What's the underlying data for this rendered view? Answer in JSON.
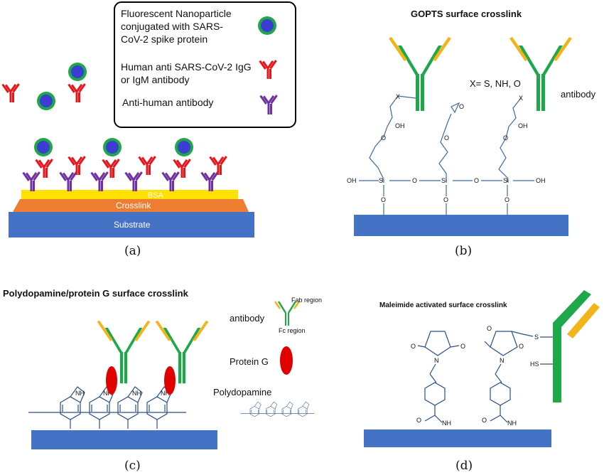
{
  "colors": {
    "substrate": "#4472c4",
    "crosslink": "#ed7d31",
    "bsa": "#ffe000",
    "fab_green": "#1fa84a",
    "fab_yellow": "#f2b418",
    "human_ab_red": "#e8151b",
    "anti_human_purple": "#7030a0",
    "np_core": "#3b3fd1",
    "np_ring": "#1fa84a",
    "protein_g": "#e00000"
  },
  "panel_a": {
    "legend": {
      "nanoparticle_line1": "Fluorescent Nanoparticle",
      "nanoparticle_line2": "conjugated with SARS-",
      "nanoparticle_line3": "CoV-2 spike protein",
      "human_ab_line1": "Human anti SARS-CoV-2 IgG",
      "human_ab_line2": "or IgM antibody",
      "anti_human": "Anti-human antibody"
    },
    "bsa_label": "BSA",
    "crosslink_label": "Crosslink",
    "substrate_label": "Substrate",
    "caption": "(a)"
  },
  "panel_b": {
    "title": "GOPTS surface crosslink",
    "x_def": "X= S, NH, O",
    "antibody_label": "antibody",
    "atoms": {
      "x": "X",
      "oh": "OH",
      "o": "O",
      "si": "Si"
    },
    "caption": "(b)"
  },
  "panel_c": {
    "title": "Polydopamine/protein G surface crosslink",
    "antibody_label": "antibody",
    "fab_region": "Fab region",
    "fc_region": "Fc region",
    "protein_g_label": "Protein G",
    "polydopamine_label": "Polydopamine",
    "nh": "NH",
    "caption": "(c)"
  },
  "panel_d": {
    "title": "Maleimide activated surface crosslink",
    "atoms": {
      "o": "O",
      "n": "N",
      "nh": "NH",
      "s": "S",
      "hs": "HS"
    },
    "caption": "(d)"
  }
}
